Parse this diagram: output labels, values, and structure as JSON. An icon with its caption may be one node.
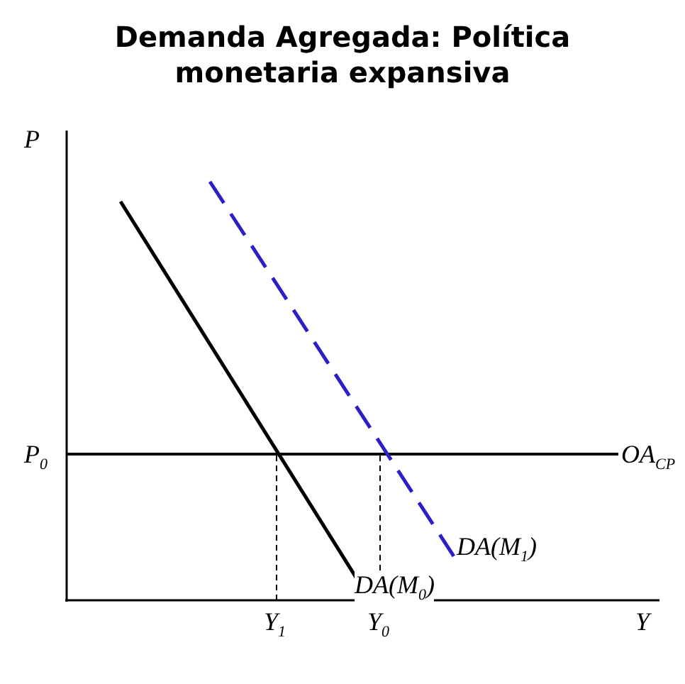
{
  "diagram": {
    "title": "Demanda Agregada: Política monetaria expansiva",
    "labels": [
      "P",
      "P$_{0}$",
      "OA$_{CP}$",
      "DA(M$_{1}$)",
      "DA(M$_{0}$)",
      "Y$_{1}$",
      "Y$_{0}$",
      "Y"
    ]
  }
}
